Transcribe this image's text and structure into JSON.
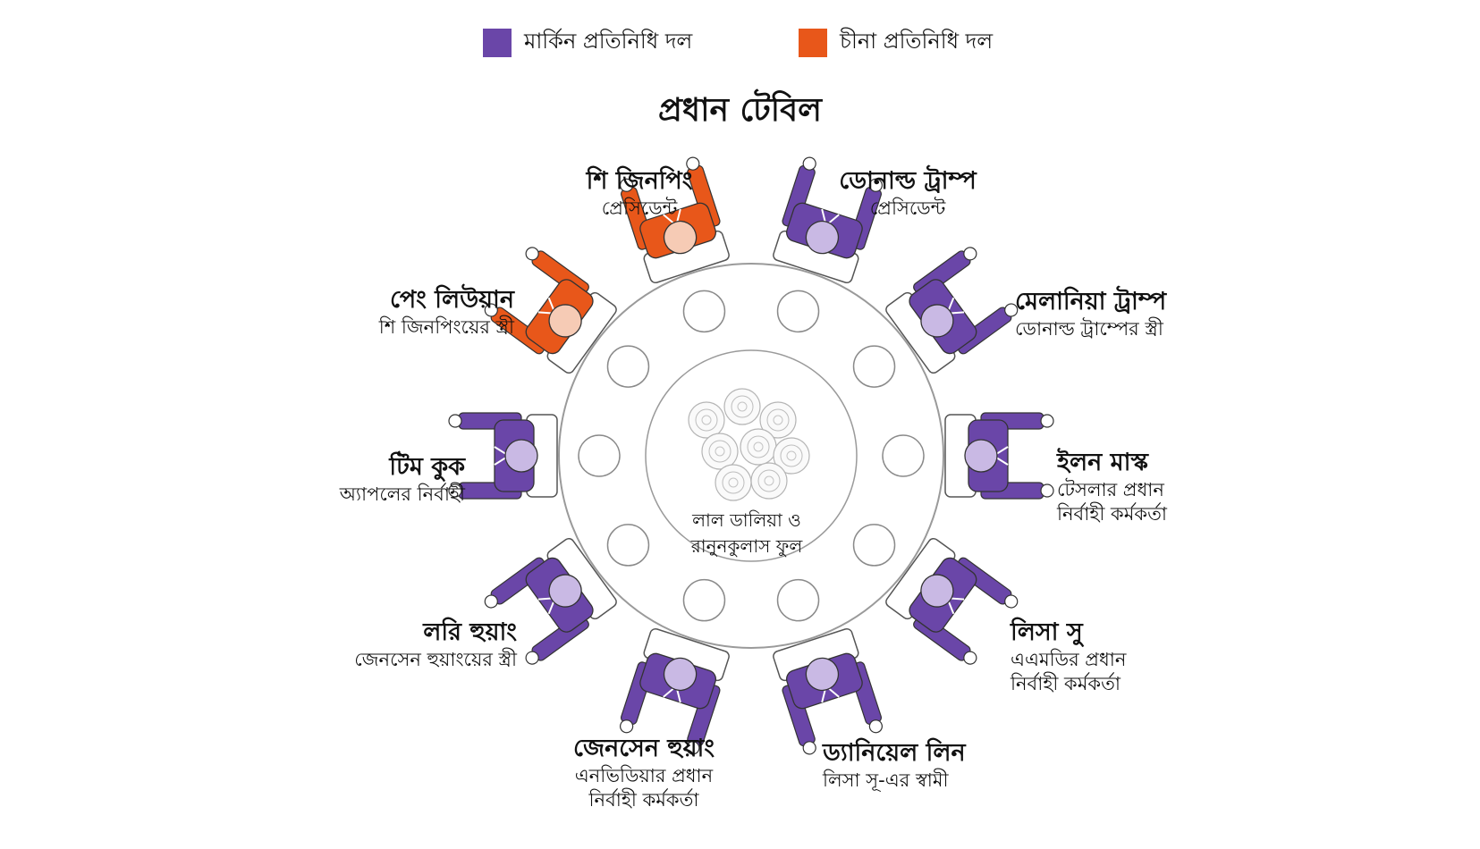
{
  "legend": {
    "us": {
      "label": "মার্কিন প্রতিনিধি দল",
      "color": "#6a46a8"
    },
    "china": {
      "label": "চীনা প্রতিনিধি দল",
      "color": "#e8571a"
    }
  },
  "title": "প্রধান টেবিল",
  "centerpiece": {
    "line1": "লাল ডালিয়া ও",
    "line2": "রানুনকুলাস ফুল"
  },
  "guests": [
    {
      "name": "শি জিনপিং",
      "role": "প্রেসিডেন্ট",
      "role2": "",
      "team": "china"
    },
    {
      "name": "ডোনাল্ড ট্রাম্প",
      "role": "প্রেসিডেন্ট",
      "role2": "",
      "team": "us"
    },
    {
      "name": "মেলানিয়া ট্রাম্প",
      "role": "ডোনাল্ড ট্রাম্পের স্ত্রী",
      "role2": "",
      "team": "us"
    },
    {
      "name": "ইলন মাস্ক",
      "role": "টেসলার প্রধান",
      "role2": "নির্বাহী কর্মকর্তা",
      "team": "us"
    },
    {
      "name": "লিসা সু",
      "role": "এএমডির প্রধান",
      "role2": "নির্বাহী কর্মকর্তা",
      "team": "us"
    },
    {
      "name": "ড্যানিয়েল লিন",
      "role": "লিসা সূ-এর স্বামী",
      "role2": "",
      "team": "us"
    },
    {
      "name": "জেনসেন হুয়াং",
      "role": "এনভিডিয়ার প্রধান",
      "role2": "নির্বাহী কর্মকর্তা",
      "team": "us"
    },
    {
      "name": "লরি হুয়াং",
      "role": "জেনসেন হুয়াংয়ের স্ত্রী",
      "role2": "",
      "team": "us"
    },
    {
      "name": "টিম কুক",
      "role": "অ্যাপলের নির্বাহী",
      "role2": "",
      "team": "us"
    },
    {
      "name": "পেং লিউয়ান",
      "role": "শি জিনপিংয়ের স্ত্রী",
      "role2": "",
      "team": "china"
    }
  ]
}
